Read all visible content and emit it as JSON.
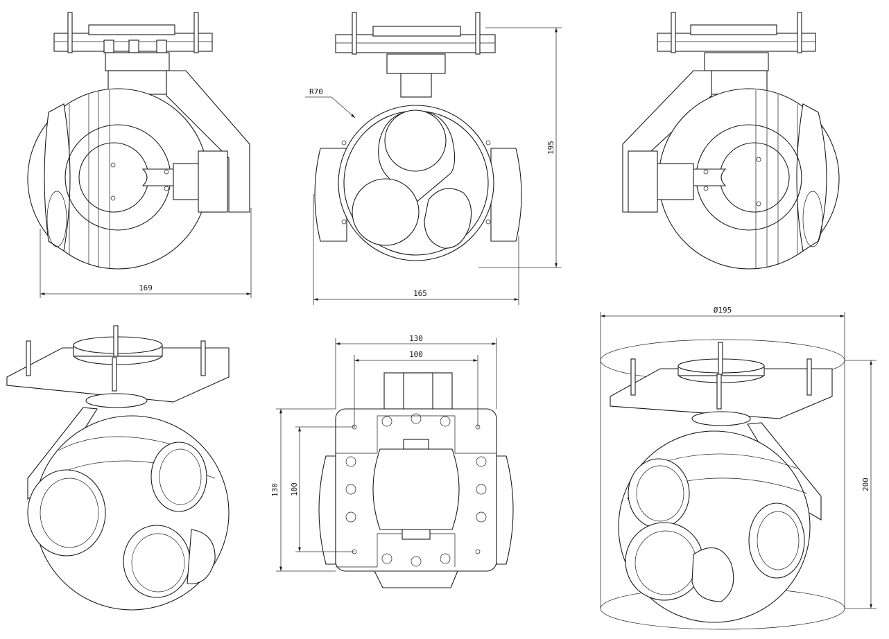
{
  "dimensions": {
    "side_left_width": "169",
    "front_width": "165",
    "front_height": "195",
    "front_radius": "R70",
    "plate_outer_width": "130",
    "plate_inner_width": "100",
    "plate_outer_height": "130",
    "plate_inner_height": "100",
    "envelope_diameter": "Ø195",
    "envelope_height": "200"
  },
  "colors": {
    "line": "#1a1a1a",
    "background": "#ffffff"
  }
}
